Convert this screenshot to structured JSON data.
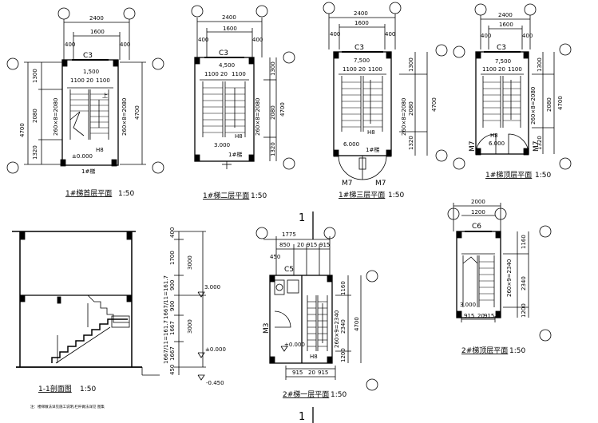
{
  "plan1": {
    "dims_top": {
      "outer": "2400",
      "inner": "1600",
      "left": "400",
      "right": "400"
    },
    "window": "C3",
    "landing": "1,500",
    "stair_dims": {
      "a": "1100",
      "b": "20",
      "c": "1100"
    },
    "left_dims": {
      "d1": "1300",
      "d2": "2080",
      "d3": "1320"
    },
    "overall": "4700",
    "flight_left": "260×8=2080",
    "flight_right": "260×8=2080",
    "up": "上",
    "elev": "±0.000",
    "level_mark": "H8",
    "stair_id": "1#梯",
    "title": "1#梯首层平面",
    "scale": "1:50"
  },
  "plan2": {
    "dims_top": {
      "outer": "2400",
      "inner": "1600",
      "left": "400",
      "right": "400"
    },
    "window": "C3",
    "landing": "4,500",
    "stair_dims": {
      "a": "1100",
      "b": "20",
      "c": "1100"
    },
    "left_dims": {
      "d1": "1300",
      "d2": "2080",
      "d3": "1320"
    },
    "overall": "4700",
    "flight": "260×8=2080",
    "elev": "3.000",
    "level_mark": "H8",
    "stair_id": "1#梯",
    "title": "1#梯二层平面",
    "scale": "1:50"
  },
  "plan3": {
    "dims_top": {
      "outer": "2400",
      "inner": "1600",
      "left": "400",
      "right": "400"
    },
    "window": "C3",
    "landing": "7,500",
    "stair_dims": {
      "a": "1100",
      "b": "20",
      "c": "1100"
    },
    "left_dims": {
      "d1": "1300",
      "d2": "2080",
      "d3": "1320"
    },
    "overall": "4700",
    "flight": "260×8=2080",
    "elev": "6.000",
    "level_mark": "H8",
    "stair_id": "1#梯",
    "door_left": "M7",
    "door_right": "M7",
    "title": "1#梯三层平面",
    "scale": "1:50"
  },
  "plan4": {
    "dims_top": {
      "outer": "2400",
      "inner": "1600",
      "left": "400",
      "right": "400"
    },
    "window": "C3",
    "landing": "7,500",
    "stair_dims": {
      "a": "1100",
      "b": "20",
      "c": "1100"
    },
    "left_dims": {
      "d1": "1300",
      "d2": "2080",
      "d3": "1320"
    },
    "overall": "4700",
    "flight": "260×8=2080",
    "elev": "6.000",
    "level_mark": "H8",
    "door_left": "M7",
    "door_right": "M7",
    "title": "1#梯顶层平面",
    "scale": "1:50"
  },
  "section": {
    "right_dims": {
      "a": "400",
      "b": "1700",
      "c": "900",
      "d": "900",
      "e": "1667",
      "f": "1667",
      "g": "450"
    },
    "outer_dims": {
      "upper": "3000",
      "lower": "3000"
    },
    "steps_label_1": "1667/11=161.7",
    "steps_label_2": "1667/11=161.7",
    "elev_top": "3.000",
    "elev_mid": "±0.000",
    "elev_low": "-0.450",
    "title": "1-1剖面图",
    "scale": "1:50",
    "note": "注：楼梯做法详见施工说明,栏杆做法详见 图集"
  },
  "plan5": {
    "cut_mark": "1",
    "dims_top": {
      "outer": "1775",
      "a": "850",
      "b": "20",
      "c": "915",
      "d": "915"
    },
    "left_dim": "450",
    "window": "C5",
    "door": "M3",
    "right_dims": {
      "a": "1160",
      "b": "2340",
      "c": "1200"
    },
    "overall": "4700",
    "flight": "260×9=2340",
    "elev": "±0.000",
    "level_mark": "H8",
    "bottom_dims": {
      "a": "915",
      "b": "20",
      "c": "915"
    },
    "title": "2#梯一层平面",
    "scale": "1:50"
  },
  "plan6": {
    "dims_top": {
      "outer": "2000",
      "inner": "1200"
    },
    "window": "C6",
    "right_dims": {
      "a": "1160",
      "b": "2340",
      "c": "1200"
    },
    "flight": "260×9=2340",
    "elev": "3.000",
    "bottom_dims": {
      "a": "915",
      "b": "20",
      "c": "915"
    },
    "title": "2#梯顶层平面",
    "scale": "1:50"
  }
}
